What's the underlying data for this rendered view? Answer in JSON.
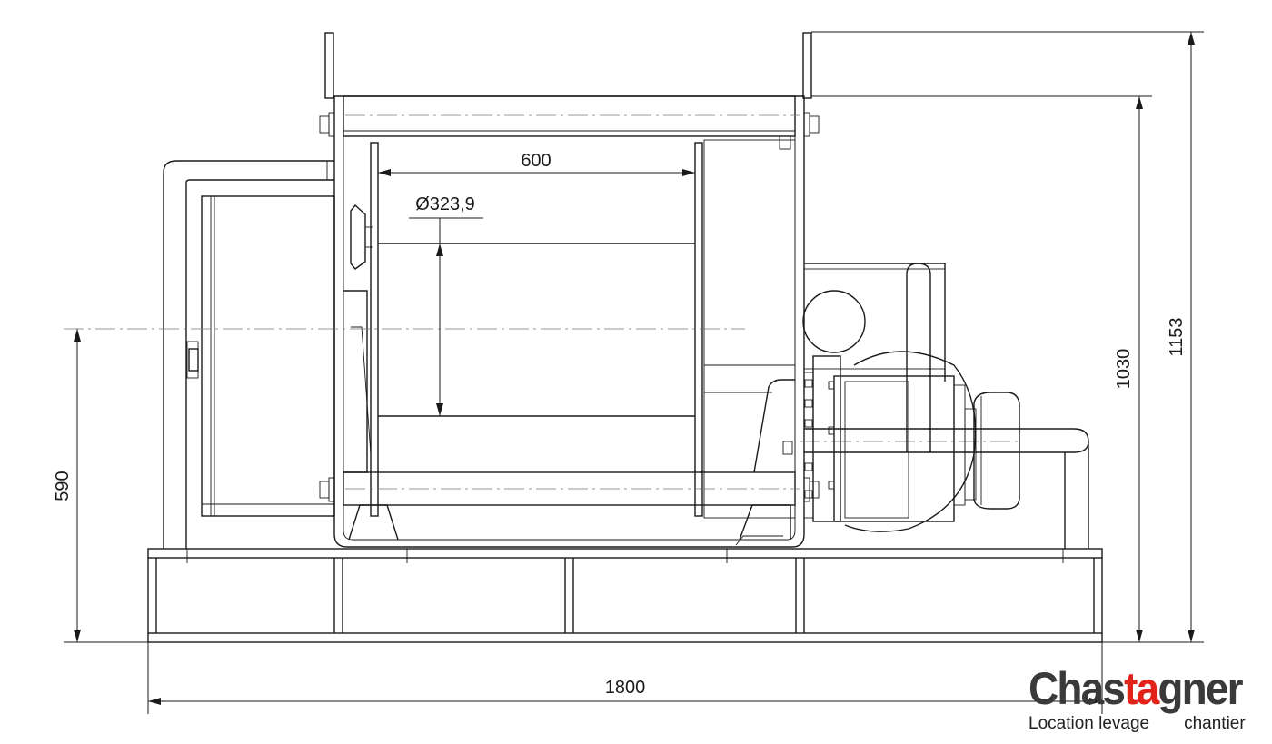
{
  "dimensions": {
    "drum_width": "600",
    "drum_diameter": "Ø323,9",
    "total_length": "1800",
    "axis_height": "590",
    "frame_height": "1030",
    "total_height": "1153"
  },
  "logo": {
    "name_part1": "Chas",
    "name_highlight": "ta",
    "name_part2": "gner",
    "tagline_left": "Location levage",
    "tagline_right": "chantier",
    "colors": {
      "text": "#3a3a3a",
      "accent": "#e2231a"
    }
  }
}
